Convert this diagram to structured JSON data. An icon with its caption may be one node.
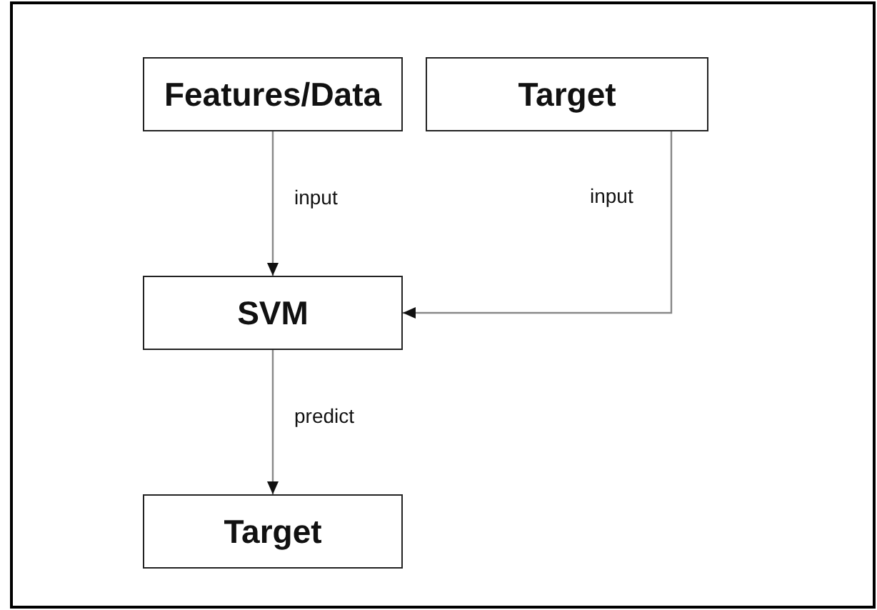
{
  "diagram": {
    "nodes": [
      {
        "text": [
          "Features/Data"
        ]
      },
      {
        "text": [
          "Target"
        ]
      },
      {
        "text": [
          "SVM"
        ]
      },
      {
        "text": [
          "Target"
        ]
      }
    ],
    "edges": [
      {
        "from": 0,
        "to": 2,
        "arrow": "to",
        "label": "input"
      },
      {
        "from": 1,
        "to": 2,
        "arrow": "to",
        "label": "input"
      },
      {
        "from": 2,
        "to": 3,
        "arrow": "to",
        "label": "predict"
      }
    ]
  }
}
